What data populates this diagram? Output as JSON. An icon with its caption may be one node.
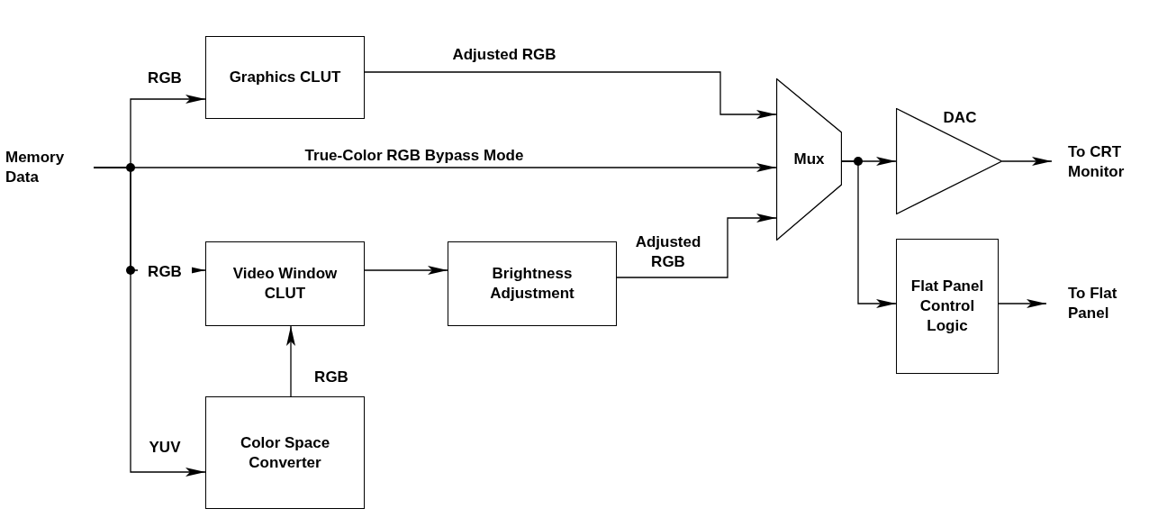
{
  "diagram": {
    "nodes": [
      {
        "text": [
          "Memory Data"
        ]
      },
      {
        "text": [
          "Graphics CLUT"
        ]
      },
      {
        "text": [
          "Mux"
        ]
      },
      {
        "text": [
          "DAC"
        ]
      },
      {
        "text": [
          "To CRT Monitor"
        ]
      },
      {
        "text": [
          "Video Window CLUT"
        ]
      },
      {
        "text": [
          "Brightness Adjustment"
        ]
      },
      {
        "text": [
          "Flat Panel Control Logic"
        ]
      },
      {
        "text": [
          "To Flat Panel"
        ]
      },
      {
        "text": [
          "Color Space Converter"
        ]
      }
    ],
    "edges": [
      {
        "from": 0,
        "to": 1,
        "arrow": "to",
        "label": "RGB"
      },
      {
        "from": 0,
        "to": 2,
        "arrow": "to",
        "label": "True-Color RGB Bypass Mode"
      },
      {
        "from": 0,
        "to": 5,
        "arrow": "to",
        "label": "RGB"
      },
      {
        "from": 0,
        "to": 9,
        "arrow": "to",
        "label": "YUV"
      },
      {
        "from": 1,
        "to": 2,
        "arrow": "to",
        "label": "Adjusted RGB"
      },
      {
        "from": 5,
        "to": 6,
        "arrow": "to"
      },
      {
        "from": 6,
        "to": 2,
        "arrow": "to",
        "label": "Adjusted RGB"
      },
      {
        "from": 9,
        "to": 5,
        "arrow": "to",
        "label": "RGB"
      },
      {
        "from": 2,
        "to": 3,
        "arrow": "to"
      },
      {
        "from": 3,
        "to": 4,
        "arrow": "to"
      },
      {
        "from": 2,
        "to": 7,
        "arrow": "to"
      },
      {
        "from": 7,
        "to": 8,
        "arrow": "to"
      }
    ]
  }
}
